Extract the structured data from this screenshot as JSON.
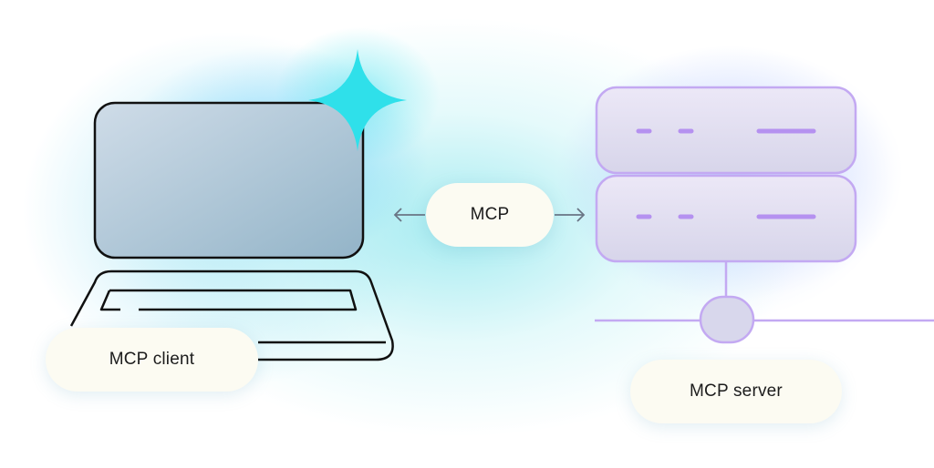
{
  "labels": {
    "protocol": "MCP",
    "client": "MCP client",
    "server": "MCP server"
  },
  "colors": {
    "sparkle": "#2fe0ea",
    "laptop_outline": "#111111",
    "server_outline": "#c3a9f2",
    "server_accent": "#b591f0",
    "arrow": "#6a7585",
    "pill_background": "#fcfbf2"
  },
  "icons": {
    "client": "laptop-icon",
    "server": "server-rack-icon",
    "decoration": "sparkle-icon"
  }
}
